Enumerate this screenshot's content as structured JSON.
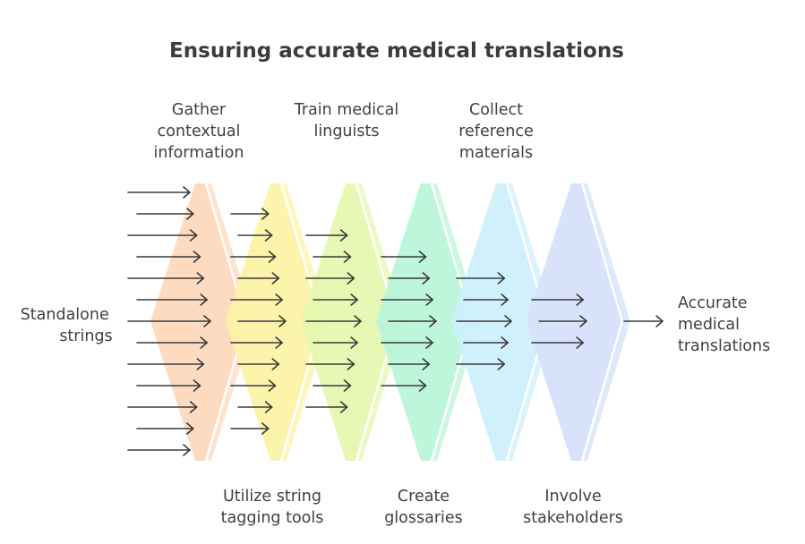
{
  "title": "Ensuring accurate medical translations",
  "input_label": [
    "Standalone",
    "strings"
  ],
  "output_label": [
    "Accurate",
    "medical",
    "translations"
  ],
  "stages": [
    {
      "label": [
        "Gather",
        "contextual",
        "information"
      ],
      "position": "top",
      "color": "#FDD9BE",
      "arrows_in": 13
    },
    {
      "label": [
        "Utilize string",
        "tagging tools"
      ],
      "position": "bottom",
      "color": "#FDF3A6",
      "arrows_in": 11
    },
    {
      "label": [
        "Train medical",
        "linguists"
      ],
      "position": "top",
      "color": "#E6F7B0",
      "arrows_in": 9
    },
    {
      "label": [
        "Create",
        "glossaries"
      ],
      "position": "bottom",
      "color": "#B9F5D8",
      "arrows_in": 7
    },
    {
      "label": [
        "Collect",
        "reference",
        "materials"
      ],
      "position": "top",
      "color": "#CDEFFB",
      "arrows_in": 5
    },
    {
      "label": [
        "Involve",
        "stakeholders"
      ],
      "position": "bottom",
      "color": "#D6E2FB",
      "arrows_in": 3
    }
  ],
  "final_arrows": 1
}
